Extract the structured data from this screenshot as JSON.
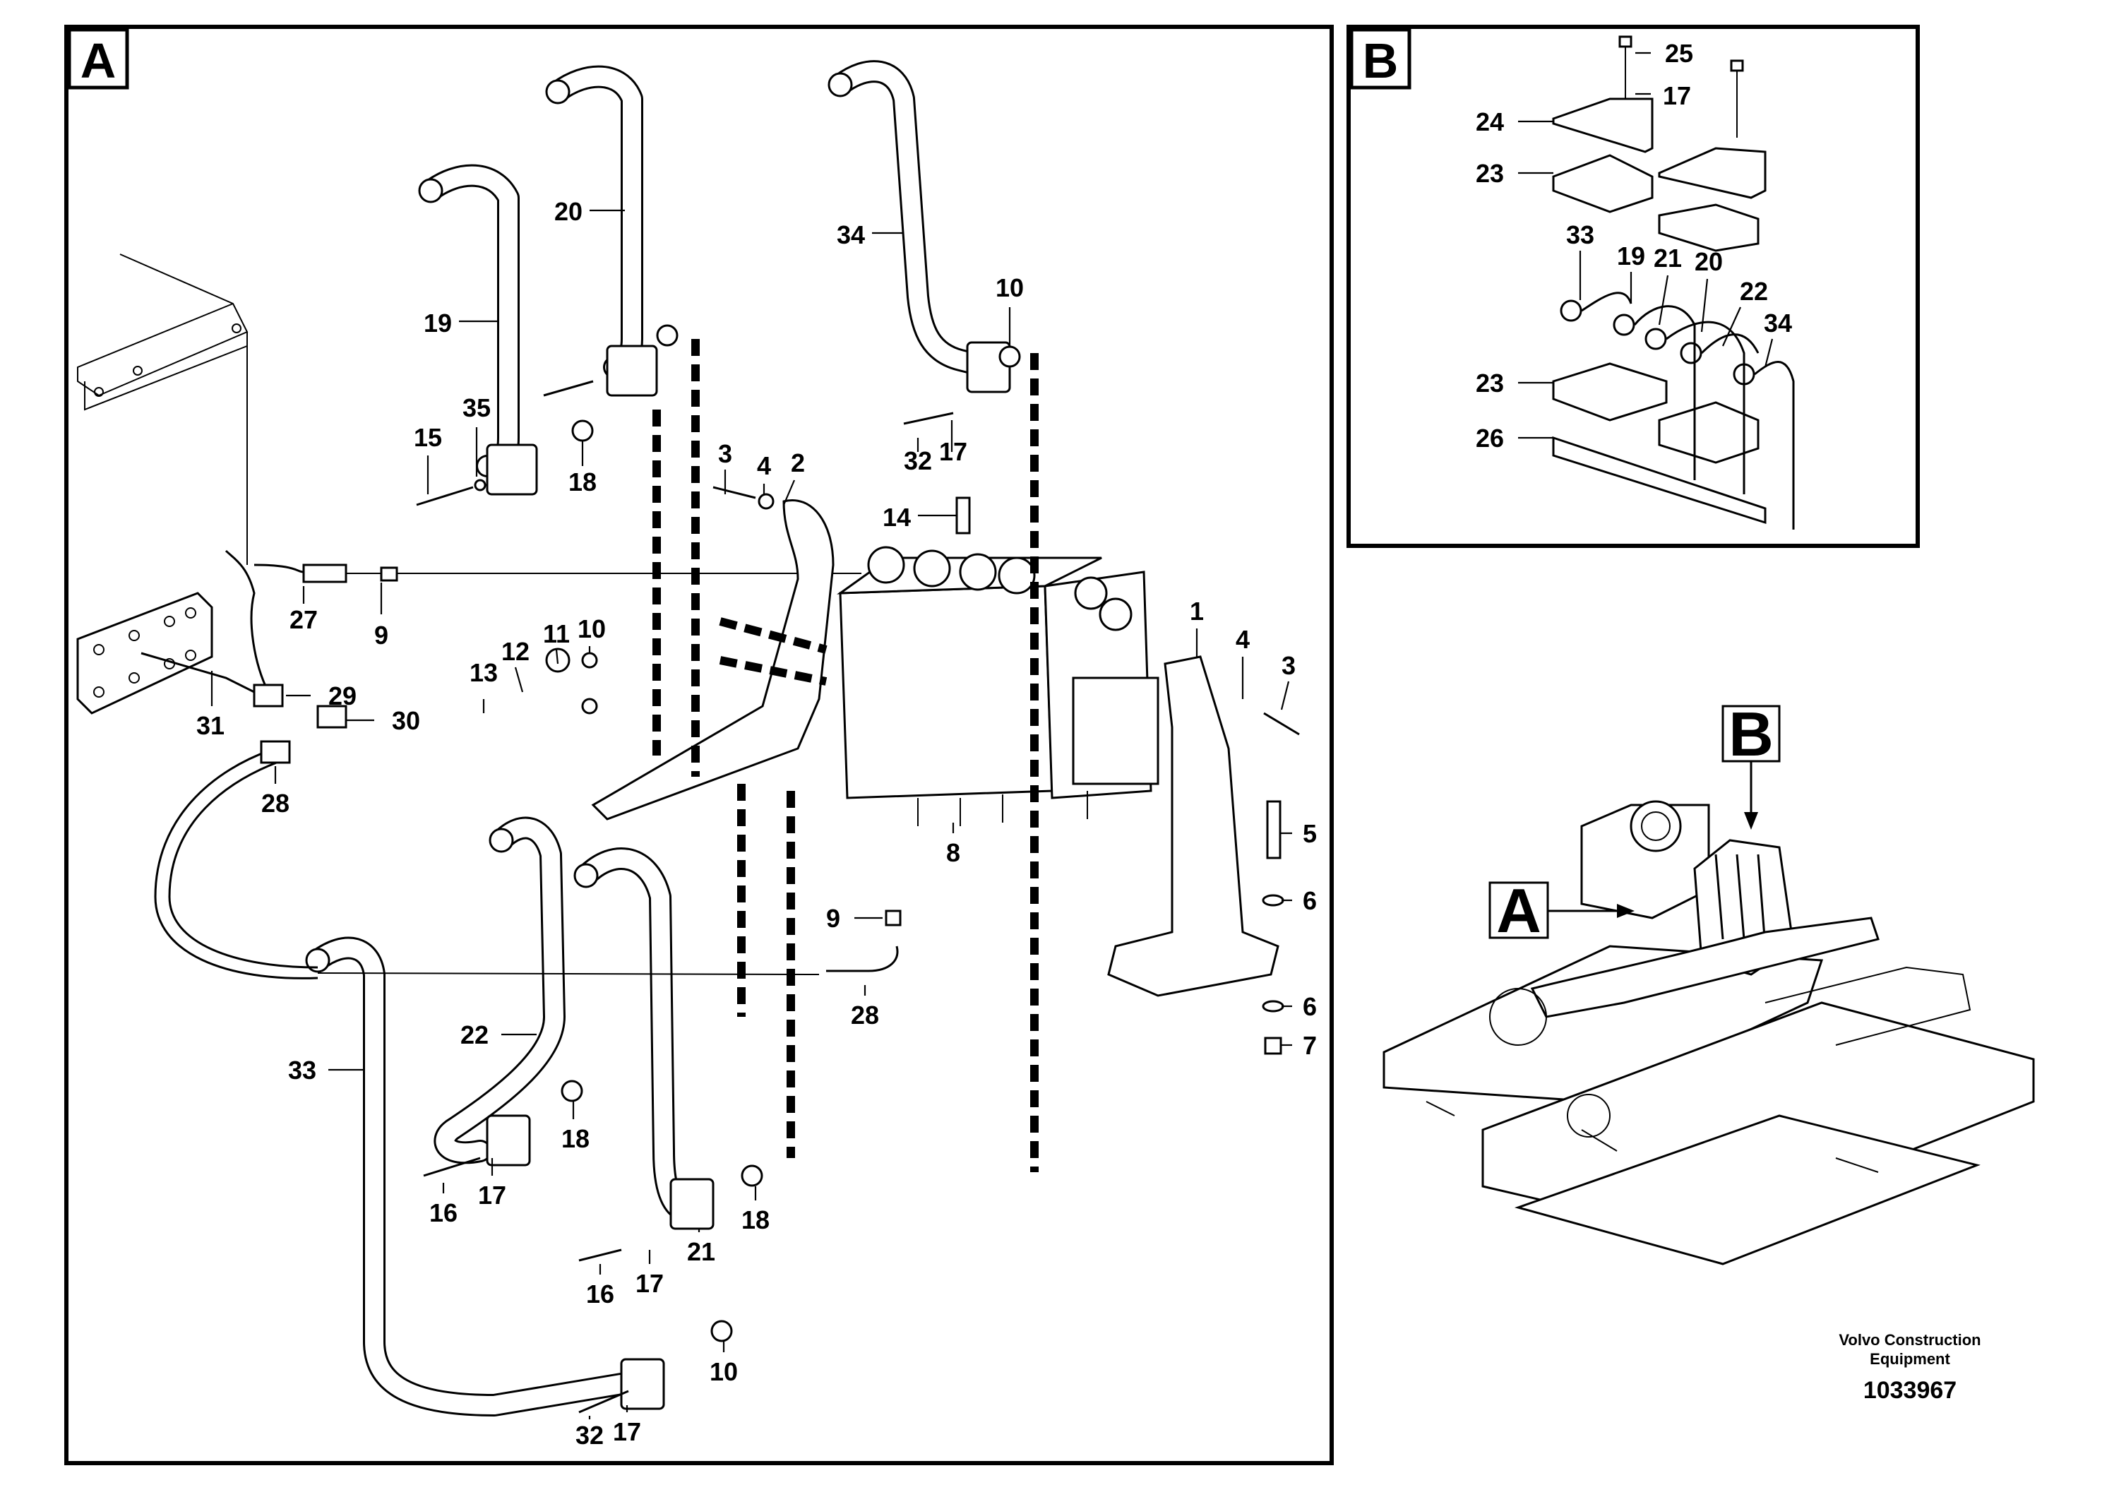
{
  "panels": {
    "a": {
      "tag": "A"
    },
    "b": {
      "tag": "B"
    },
    "inset": {
      "tag_a": "A",
      "tag_b": "B"
    }
  },
  "callouts_a": [
    {
      "id": "c19",
      "text": "19"
    },
    {
      "id": "c20",
      "text": "20"
    },
    {
      "id": "c34",
      "text": "34"
    },
    {
      "id": "c10a",
      "text": "10"
    },
    {
      "id": "c15",
      "text": "15"
    },
    {
      "id": "c35",
      "text": "35"
    },
    {
      "id": "c18a",
      "text": "18"
    },
    {
      "id": "c3a",
      "text": "3"
    },
    {
      "id": "c4a",
      "text": "4"
    },
    {
      "id": "c2",
      "text": "2"
    },
    {
      "id": "c32a",
      "text": "32"
    },
    {
      "id": "c17a",
      "text": "17"
    },
    {
      "id": "c14",
      "text": "14"
    },
    {
      "id": "c27",
      "text": "27"
    },
    {
      "id": "c9a",
      "text": "9"
    },
    {
      "id": "c13",
      "text": "13"
    },
    {
      "id": "c12",
      "text": "12"
    },
    {
      "id": "c11",
      "text": "11"
    },
    {
      "id": "c10b",
      "text": "10"
    },
    {
      "id": "c1",
      "text": "1"
    },
    {
      "id": "c4b",
      "text": "4"
    },
    {
      "id": "c3b",
      "text": "3"
    },
    {
      "id": "c29",
      "text": "29"
    },
    {
      "id": "c30",
      "text": "30"
    },
    {
      "id": "c31",
      "text": "31"
    },
    {
      "id": "c28a",
      "text": "28"
    },
    {
      "id": "c8",
      "text": "8"
    },
    {
      "id": "c5",
      "text": "5"
    },
    {
      "id": "c6a",
      "text": "6"
    },
    {
      "id": "c9b",
      "text": "9"
    },
    {
      "id": "c28b",
      "text": "28"
    },
    {
      "id": "c6b",
      "text": "6"
    },
    {
      "id": "c7",
      "text": "7"
    },
    {
      "id": "c22",
      "text": "22"
    },
    {
      "id": "c33",
      "text": "33"
    },
    {
      "id": "c18b",
      "text": "18"
    },
    {
      "id": "c16a",
      "text": "16"
    },
    {
      "id": "c17b",
      "text": "17"
    },
    {
      "id": "c18c",
      "text": "18"
    },
    {
      "id": "c21",
      "text": "21"
    },
    {
      "id": "c16b",
      "text": "16"
    },
    {
      "id": "c17c",
      "text": "17"
    },
    {
      "id": "c10c",
      "text": "10"
    },
    {
      "id": "c32b",
      "text": "32"
    },
    {
      "id": "c17d",
      "text": "17"
    }
  ],
  "callouts_b": [
    {
      "id": "b25",
      "text": "25"
    },
    {
      "id": "b17",
      "text": "17"
    },
    {
      "id": "b24",
      "text": "24"
    },
    {
      "id": "b23a",
      "text": "23"
    },
    {
      "id": "b33",
      "text": "33"
    },
    {
      "id": "b19",
      "text": "19"
    },
    {
      "id": "b21",
      "text": "21"
    },
    {
      "id": "b20",
      "text": "20"
    },
    {
      "id": "b22",
      "text": "22"
    },
    {
      "id": "b34",
      "text": "34"
    },
    {
      "id": "b23b",
      "text": "23"
    },
    {
      "id": "b26",
      "text": "26"
    }
  ],
  "footer": {
    "brand_line1": "Volvo Construction",
    "brand_line2": "Equipment",
    "doc_number": "1033967"
  }
}
